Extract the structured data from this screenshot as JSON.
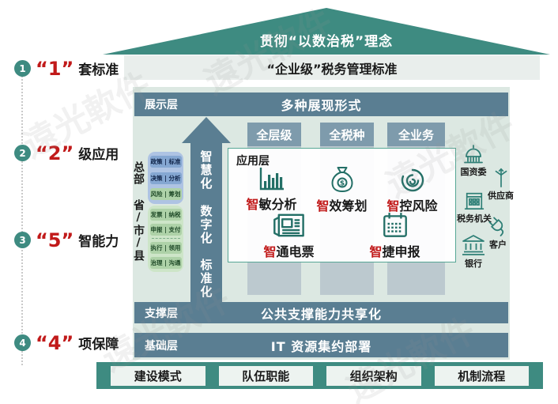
{
  "watermark": {
    "text": "遠光軟件"
  },
  "colors": {
    "teal": "#3e8b81",
    "slate": "#5a7e92",
    "slate_light": "#7e9bac",
    "band_gray": "#b6c3cb",
    "panel_bg": "#dce8e2",
    "red_accent": "#c11a1a",
    "icon_teal": "#236f66",
    "chip_blue": "#85a7d2",
    "chip_green": "#aed2a8"
  },
  "roof": {
    "title": "贯彻“以数治税”理念"
  },
  "standard_bar": {
    "text": "“企业级”税务管理标准"
  },
  "left_nav": {
    "items": [
      {
        "bullet": "1",
        "number": "“1”",
        "label": "套标准"
      },
      {
        "bullet": "2",
        "number": "“2”",
        "label": "级应用"
      },
      {
        "bullet": "3",
        "number": "“5”",
        "label": "智能力"
      },
      {
        "bullet": "4",
        "number": "“4”",
        "label": "项保障"
      }
    ]
  },
  "display_layer": {
    "label": "展示层",
    "title": "多种展现形式"
  },
  "capability_arrow": {
    "labels": [
      "智慧化",
      "数字化",
      "标准化"
    ]
  },
  "org": {
    "hq_label": "总部",
    "region_label": "省/市/县",
    "hq_items": [
      "政策 | 标准",
      "决策 | 分析",
      "风险 | 筹划"
    ],
    "region_items": [
      "发票 | 纳税",
      "申报 | 支付",
      "执行 | 领用",
      "治理 | 沟通"
    ]
  },
  "columns": {
    "headers": [
      "全层级",
      "全税种",
      "全业务"
    ]
  },
  "app_layer": {
    "label": "应用层",
    "products": [
      {
        "prefix": "智",
        "name": "敏分析",
        "icon": "bar-chart-icon"
      },
      {
        "prefix": "智",
        "name": "效筹划",
        "icon": "money-bag-icon"
      },
      {
        "prefix": "智",
        "name": "控风险",
        "icon": "risk-vortex-icon"
      },
      {
        "prefix": "智",
        "name": "通电票",
        "icon": "e-invoice-icon"
      },
      {
        "prefix": "智",
        "name": "捷申报",
        "icon": "calendar-icon"
      }
    ]
  },
  "externals": [
    {
      "label": "国资委",
      "icon": "dome-icon"
    },
    {
      "label": "供应商",
      "icon": "wind-turbine-icon"
    },
    {
      "label": "税务机关",
      "icon": "office-building-icon"
    },
    {
      "label": "客户",
      "icon": "plug-icon"
    },
    {
      "label": "银行",
      "icon": "bank-icon"
    }
  ],
  "support_layer": {
    "label": "支撑层",
    "title": "公共支撑能力共享化"
  },
  "base_layer": {
    "label": "基础层",
    "title": "IT 资源集约部署"
  },
  "foundation": {
    "items": [
      "建设模式",
      "队伍职能",
      "组织架构",
      "机制流程"
    ]
  }
}
